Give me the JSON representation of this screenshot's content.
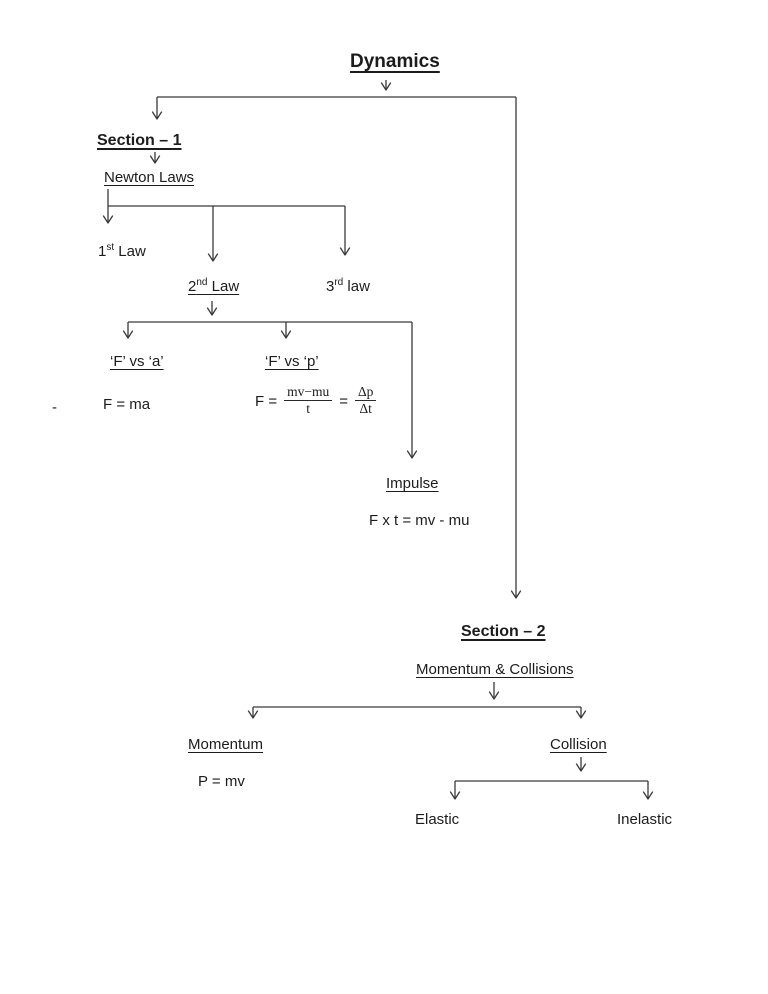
{
  "colors": {
    "background": "#ffffff",
    "ink": "#1c1c1c",
    "line": "#3a3a3a"
  },
  "title": "Dynamics",
  "section1": {
    "heading": "Section – 1",
    "topic": "Newton Laws",
    "laws": {
      "first": {
        "base": "1",
        "sup": "st",
        "suffix": " Law"
      },
      "second": {
        "base": "2",
        "sup": "nd",
        "suffix": " Law"
      },
      "third": {
        "base": "3",
        "sup": "rd",
        "suffix": " law"
      }
    },
    "f_vs_a": {
      "heading": "‘F’ vs ‘a’",
      "formula": "F = ma"
    },
    "f_vs_p": {
      "heading": "‘F’ vs ‘p’",
      "prefix": "F =",
      "frac1_num": "mv−mu",
      "frac1_den": "t",
      "equals": "=",
      "frac2_num": "Δp",
      "frac2_den": "Δt"
    },
    "impulse": {
      "heading": "Impulse",
      "formula": "F x t = mv - mu"
    },
    "margin_mark": "-"
  },
  "section2": {
    "heading": "Section – 2",
    "topic": "Momentum & Collisions",
    "momentum": {
      "heading": "Momentum",
      "formula": "P = mv"
    },
    "collision": {
      "heading": "Collision",
      "elastic": "Elastic",
      "inelastic": "Inelastic"
    }
  }
}
